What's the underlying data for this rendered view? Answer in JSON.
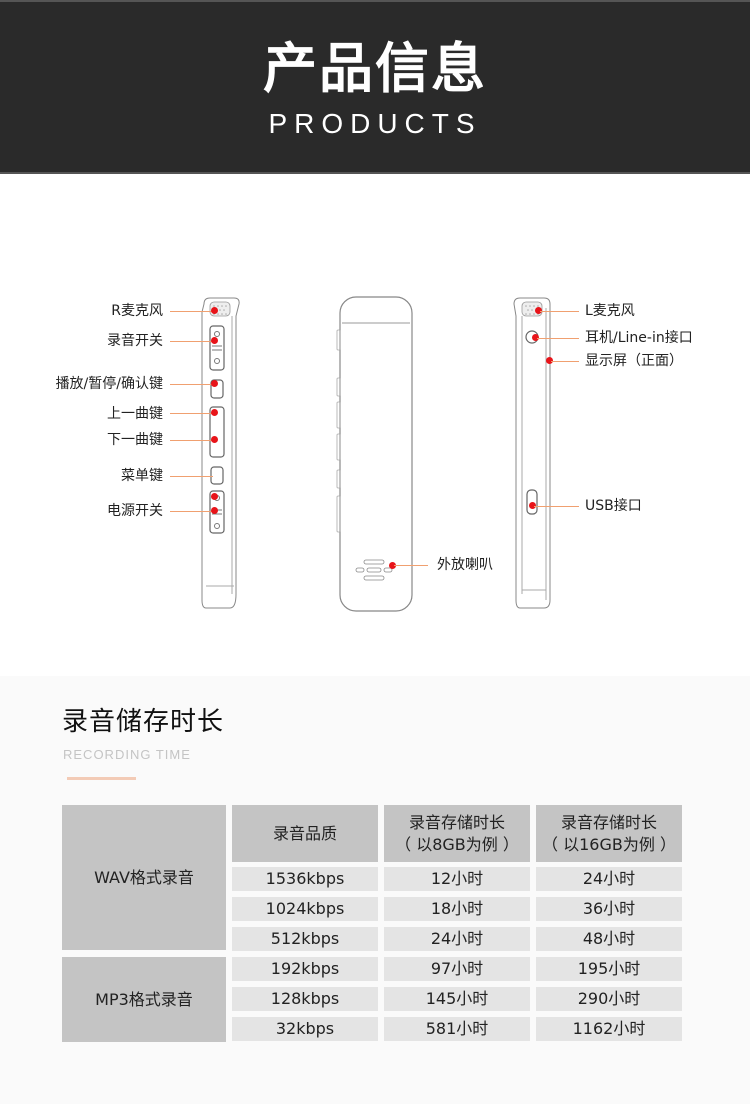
{
  "header": {
    "title": "产品信息",
    "subtitle": "PRODUCTS"
  },
  "diagram": {
    "left_labels": [
      {
        "label": "R麦克风"
      },
      {
        "label": "录音开关"
      },
      {
        "label": "播放/暂停/确认键"
      },
      {
        "label": "上一曲键"
      },
      {
        "label": "下一曲键"
      },
      {
        "label": "菜单键"
      },
      {
        "label": "电源开关"
      }
    ],
    "center_label": "外放喇叭",
    "right_labels": [
      {
        "label": "L麦克风"
      },
      {
        "label": "耳机/Line-in接口"
      },
      {
        "label": "显示屏（正面）"
      },
      {
        "label": "USB接口"
      }
    ],
    "accent_color": "#e8141a",
    "leader_color": "#f0a070"
  },
  "recording": {
    "title": "录音储存时长",
    "subtitle": "RECORDING TIME",
    "table": {
      "headers": [
        "录音品质",
        "录音存储时长\n（以8GB为例）",
        "录音存储时长\n（以16GB为例）"
      ],
      "header_lines": [
        [
          "录音品质"
        ],
        [
          "录音存储时长",
          "（ 以8GB为例 ）"
        ],
        [
          "录音存储时长",
          "（ 以16GB为例 ）"
        ]
      ],
      "groups": [
        {
          "format": "WAV格式录音",
          "rows": [
            {
              "quality": "1536kbps",
              "gb8": "12小时",
              "gb16": "24小时"
            },
            {
              "quality": "1024kbps",
              "gb8": "18小时",
              "gb16": "36小时"
            },
            {
              "quality": "512kbps",
              "gb8": "24小时",
              "gb16": "48小时"
            }
          ]
        },
        {
          "format": "MP3格式录音",
          "rows": [
            {
              "quality": "192kbps",
              "gb8": "97小时",
              "gb16": "195小时"
            },
            {
              "quality": "128kbps",
              "gb8": "145小时",
              "gb16": "290小时"
            },
            {
              "quality": "32kbps",
              "gb8": "581小时",
              "gb16": "1162小时"
            }
          ]
        }
      ]
    }
  }
}
